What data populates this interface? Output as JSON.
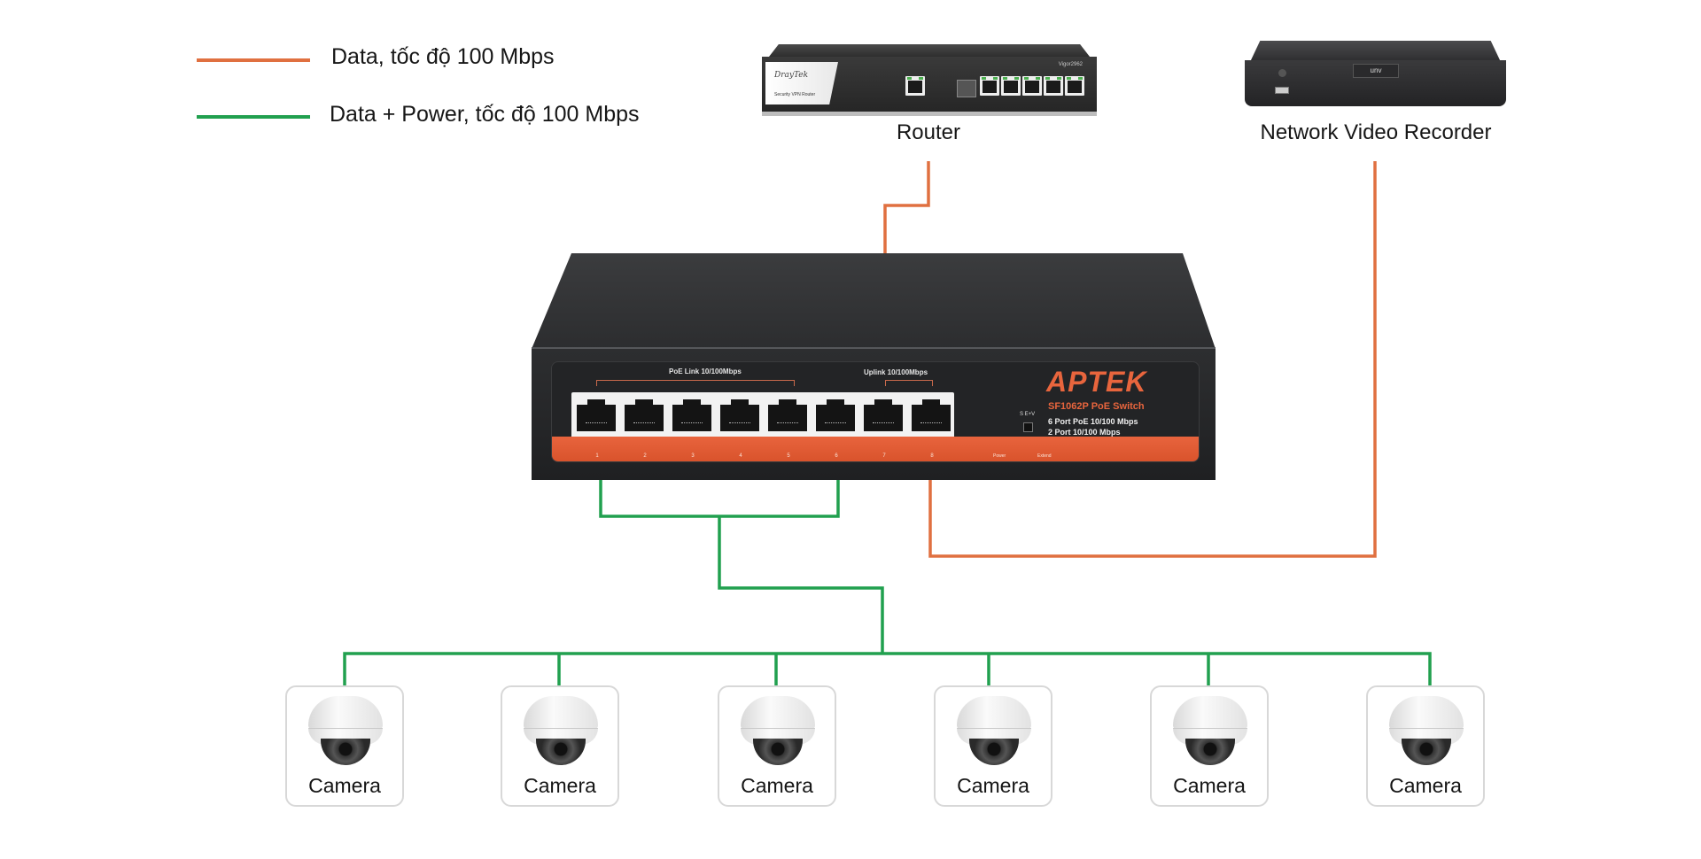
{
  "colors": {
    "data_line": "#e07040",
    "data_power_line": "#21a04f",
    "background": "#ffffff"
  },
  "legend": [
    {
      "label": "Data, tốc độ 100 Mbps",
      "line_type": "data"
    },
    {
      "label": "Data + Power, tốc độ 100 Mbps",
      "line_type": "data_power"
    }
  ],
  "devices": {
    "router": {
      "label": "Router",
      "brand": "DrayTek",
      "subtitle": "Security VPN Router",
      "model": "Vigor2962"
    },
    "nvr": {
      "label": "Network Video Recorder",
      "brand": "unv"
    },
    "switch": {
      "brand": "APTEK",
      "model": "SF1062P PoE Switch",
      "spec_1": "6 Port PoE 10/100 Mbps",
      "spec_2": "2 Port 10/100 Mbps",
      "poe_group_label": "PoE Link 10/100Mbps",
      "uplink_group_label": "Uplink 10/100Mbps",
      "toggle_label": "S  E+V",
      "ports": [
        "1",
        "2",
        "3",
        "4",
        "5",
        "6",
        "7",
        "8"
      ],
      "leds": [
        "Power",
        "Extend"
      ]
    }
  },
  "cameras": [
    {
      "label": "Camera"
    },
    {
      "label": "Camera"
    },
    {
      "label": "Camera"
    },
    {
      "label": "Camera"
    },
    {
      "label": "Camera"
    },
    {
      "label": "Camera"
    }
  ],
  "connections": [
    {
      "from": "router",
      "to": "switch port 7",
      "type": "data"
    },
    {
      "from": "nvr",
      "to": "switch port 8",
      "type": "data"
    },
    {
      "from": "switch ports 1-6",
      "to": "cameras 1-6",
      "type": "data_power"
    }
  ]
}
